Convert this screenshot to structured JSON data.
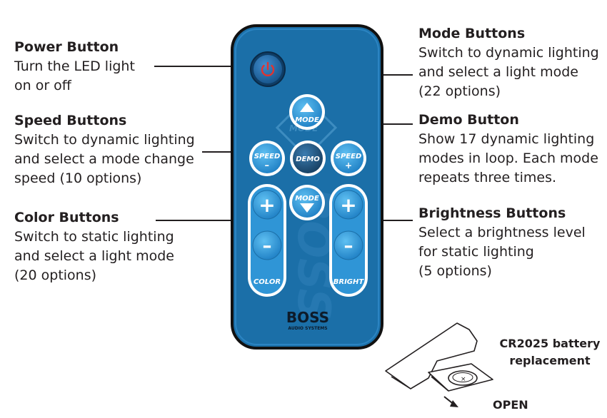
{
  "callouts": {
    "power": {
      "heading": "Power Button",
      "lines": [
        "Turn the LED light",
        "on or off"
      ]
    },
    "speed": {
      "heading": "Speed Buttons",
      "lines": [
        "Switch to dynamic lighting",
        "and select a mode change",
        "speed (10 options)"
      ]
    },
    "color": {
      "heading": "Color Buttons",
      "lines": [
        "Switch to static lighting",
        "and select a light mode",
        "(20 options)"
      ]
    },
    "mode": {
      "heading": "Mode Buttons",
      "lines": [
        "Switch to dynamic lighting",
        "and select a light mode",
        "(22 options)"
      ]
    },
    "demo": {
      "heading": "Demo Button",
      "lines": [
        "Show 17 dynamic lighting",
        "modes in loop. Each mode",
        "repeats three times."
      ]
    },
    "brightness": {
      "heading": "Brightness Buttons",
      "lines": [
        "Select a brightness level",
        "for static lighting",
        "(5 options)"
      ]
    }
  },
  "remote": {
    "mode_up_label": "MODE",
    "mode_down_label": "MODE",
    "demo_label": "DEMO",
    "speed_minus_label": "SPEED",
    "speed_minus_sign": "–",
    "speed_plus_label": "SPEED",
    "speed_plus_sign": "+",
    "color_label": "COLOR",
    "bright_label": "BRIGHT",
    "plus_sign": "+",
    "minus_sign": "–",
    "brand": "BOSS",
    "brand_sub": "AUDIO SYSTEMS",
    "watermark_mode": "MODE",
    "watermark_boss": "BOSS"
  },
  "battery": {
    "title_line1": "CR2025 battery",
    "title_line2": "replacement",
    "open_label": "OPEN",
    "coin_mark": "×"
  },
  "colors": {
    "remote_body": "#1b6fa8",
    "remote_border": "#111111",
    "button_face": "#2f95d6",
    "demo_face": "#1d4f78",
    "text": "#231f20"
  }
}
